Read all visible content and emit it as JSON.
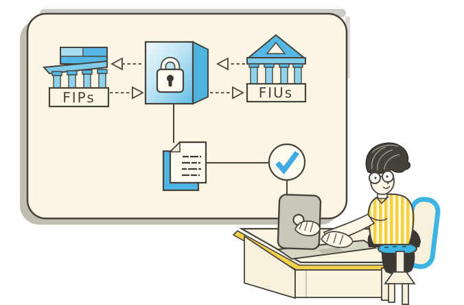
{
  "scene": {
    "type": "hand-drawn illustration",
    "description": "Whiteboard diagram of a secure data-sharing flow between FIPs and FIUs through a consent lock, producing an approved document, with a person working on a laptop at a desk",
    "board": {
      "fips_label": "FIPs",
      "fius_label": "FIUs",
      "nodes": [
        "FIPs bank building",
        "padlock consent box",
        "FIUs bank building",
        "document stack",
        "approval check circle"
      ],
      "connections": [
        {
          "from": "lock-box",
          "to": "fips",
          "style": "dashed-arrow"
        },
        {
          "from": "fips",
          "to": "lock-box",
          "style": "dashed-arrow"
        },
        {
          "from": "fius",
          "to": "lock-box",
          "style": "dashed-arrow"
        },
        {
          "from": "lock-box",
          "to": "fius",
          "style": "dashed-arrow"
        },
        {
          "from": "lock-box",
          "to": "document",
          "style": "solid-line"
        },
        {
          "from": "document",
          "to": "check-circle",
          "style": "solid-line"
        },
        {
          "from": "check-circle",
          "to": "laptop",
          "style": "solid-line"
        }
      ]
    },
    "icons": [
      "bank-flat-roof-icon",
      "padlock-icon",
      "bank-pediment-icon",
      "document-stack-icon",
      "check-circle-icon",
      "laptop-icon",
      "office-chair-icon",
      "desk",
      "person-working"
    ],
    "colors": {
      "blue": "#45b2e2",
      "blue_light": "#8fd2ec",
      "check_blue": "#3fabe2",
      "yellow": "#f4d14b",
      "ink": "#46423b",
      "board_fill": "#fbf6e3",
      "shadow_gray": "#b6b2a3",
      "laptop_gray": "#c9c6b8",
      "pants_dark": "#3b3834",
      "skin_cream": "#fdf8e8"
    }
  }
}
